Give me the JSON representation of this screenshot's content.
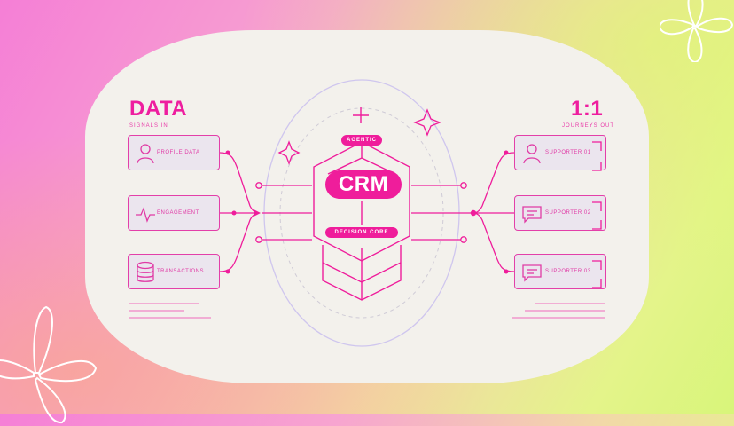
{
  "left": {
    "title": "DATA",
    "subtitle": "SIGNALS IN",
    "sources": [
      {
        "label": "PROFILE DATA",
        "icon": "person-icon"
      },
      {
        "label": "ENGAGEMENT",
        "icon": "pulse-icon"
      },
      {
        "label": "TRANSACTIONS",
        "icon": "database-icon"
      }
    ]
  },
  "right": {
    "title": "1:1",
    "subtitle": "JOURNEYS OUT",
    "outputs": [
      {
        "label": "SUPPORTER 01",
        "icon": "person-icon"
      },
      {
        "label": "SUPPORTER 02",
        "icon": "message-icon"
      },
      {
        "label": "SUPPORTER 03",
        "icon": "message-icon"
      }
    ]
  },
  "core": {
    "top_label": "AGENTIC",
    "title": "CRM",
    "bottom_label": "DECISION CORE"
  },
  "colors": {
    "accent": "#ef1d9b",
    "card": "#f3f1ec",
    "ring": "#cfc6ee"
  }
}
